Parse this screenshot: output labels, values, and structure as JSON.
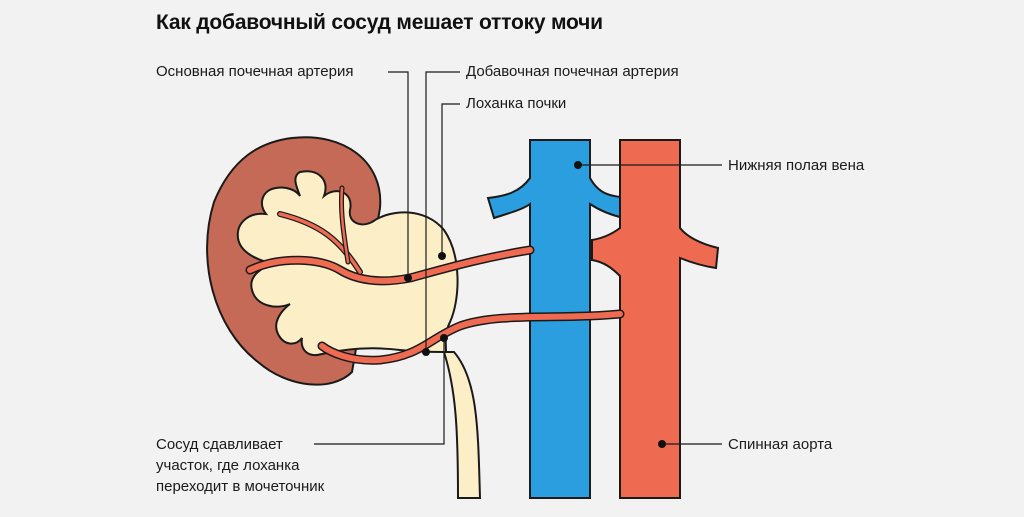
{
  "title": "Как добавочный сосуд мешает оттоку мочи",
  "labels": {
    "main_artery": "Основная почечная артерия",
    "accessory_artery": "Добавочная почечная артерия",
    "renal_pelvis": "Лоханка почки",
    "vena_cava": "Нижняя полая вена",
    "aorta": "Спинная аорта",
    "compression": [
      "Сосуд сдавливает",
      "участок, где лоханка",
      "переходит в мочеточник"
    ]
  },
  "colors": {
    "background": "#f2f2f2",
    "kidney_cortex": "#c56a57",
    "kidney_inner": "#fcefc8",
    "artery": "#ee6a50",
    "vein": "#2b9ee0",
    "outline": "#1a1a1a"
  }
}
